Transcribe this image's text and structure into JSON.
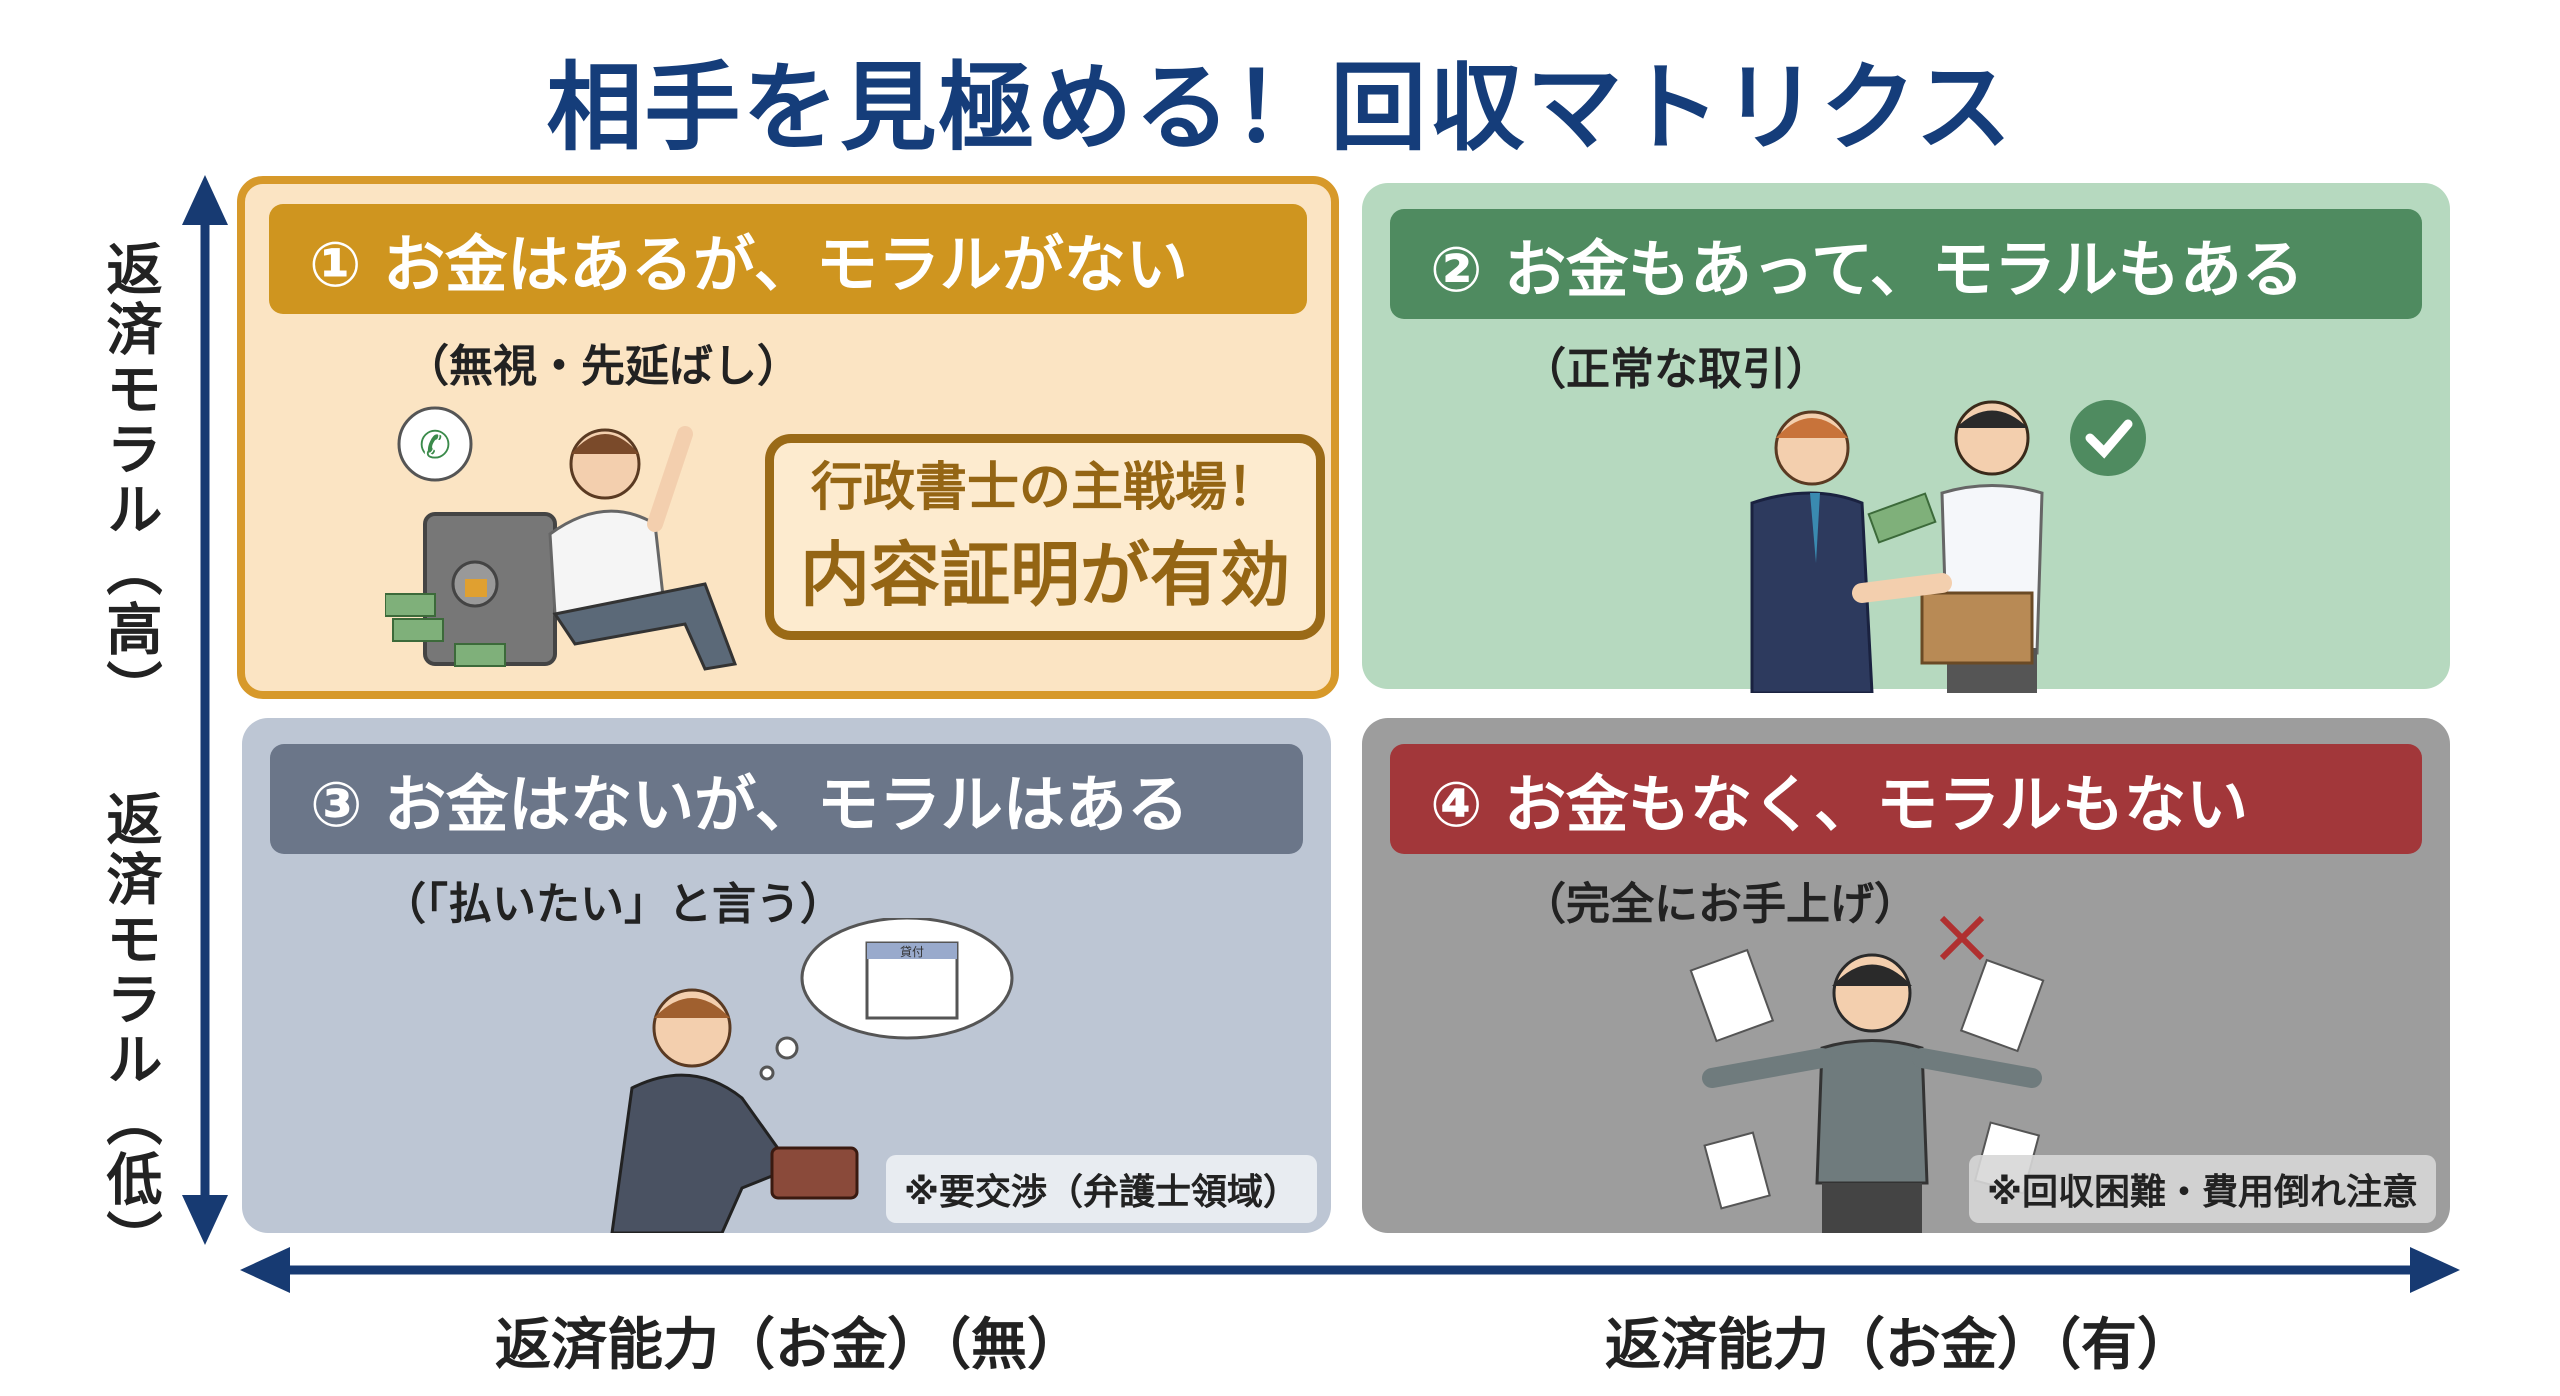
{
  "title": "相手を見極める！回収マトリクス",
  "axes": {
    "y_high": "返済モラル（高）",
    "y_low": "返済モラル（低）",
    "x_none": "返済能力（お金）（無）",
    "x_has": "返済能力（お金）（有）"
  },
  "quadrants": [
    {
      "heading": "① お金はあるが、モラルがない",
      "subtitle": "（無視・先延ばし）",
      "stamp_line1": "行政書士の主戦場！",
      "stamp_line2": "内容証明が有効"
    },
    {
      "heading": "② お金もあって、モラルもある",
      "subtitle": "（正常な取引）"
    },
    {
      "heading": "③ お金はないが、モラルはある",
      "subtitle": "（「払いたい」と言う）",
      "note": "※要交渉（弁護士領域）",
      "bubble_label": "貸付"
    },
    {
      "heading": "④ お金もなく、モラルもない",
      "subtitle": "（完全にお手上げ）",
      "note": "※回収困難・費用倒れ注意"
    }
  ],
  "colors": {
    "title": "#153d7a",
    "q1": "#cf951f",
    "q2": "#4f8b60",
    "q3": "#6b7689",
    "q4": "#a2373a",
    "arrow": "#173a72"
  }
}
